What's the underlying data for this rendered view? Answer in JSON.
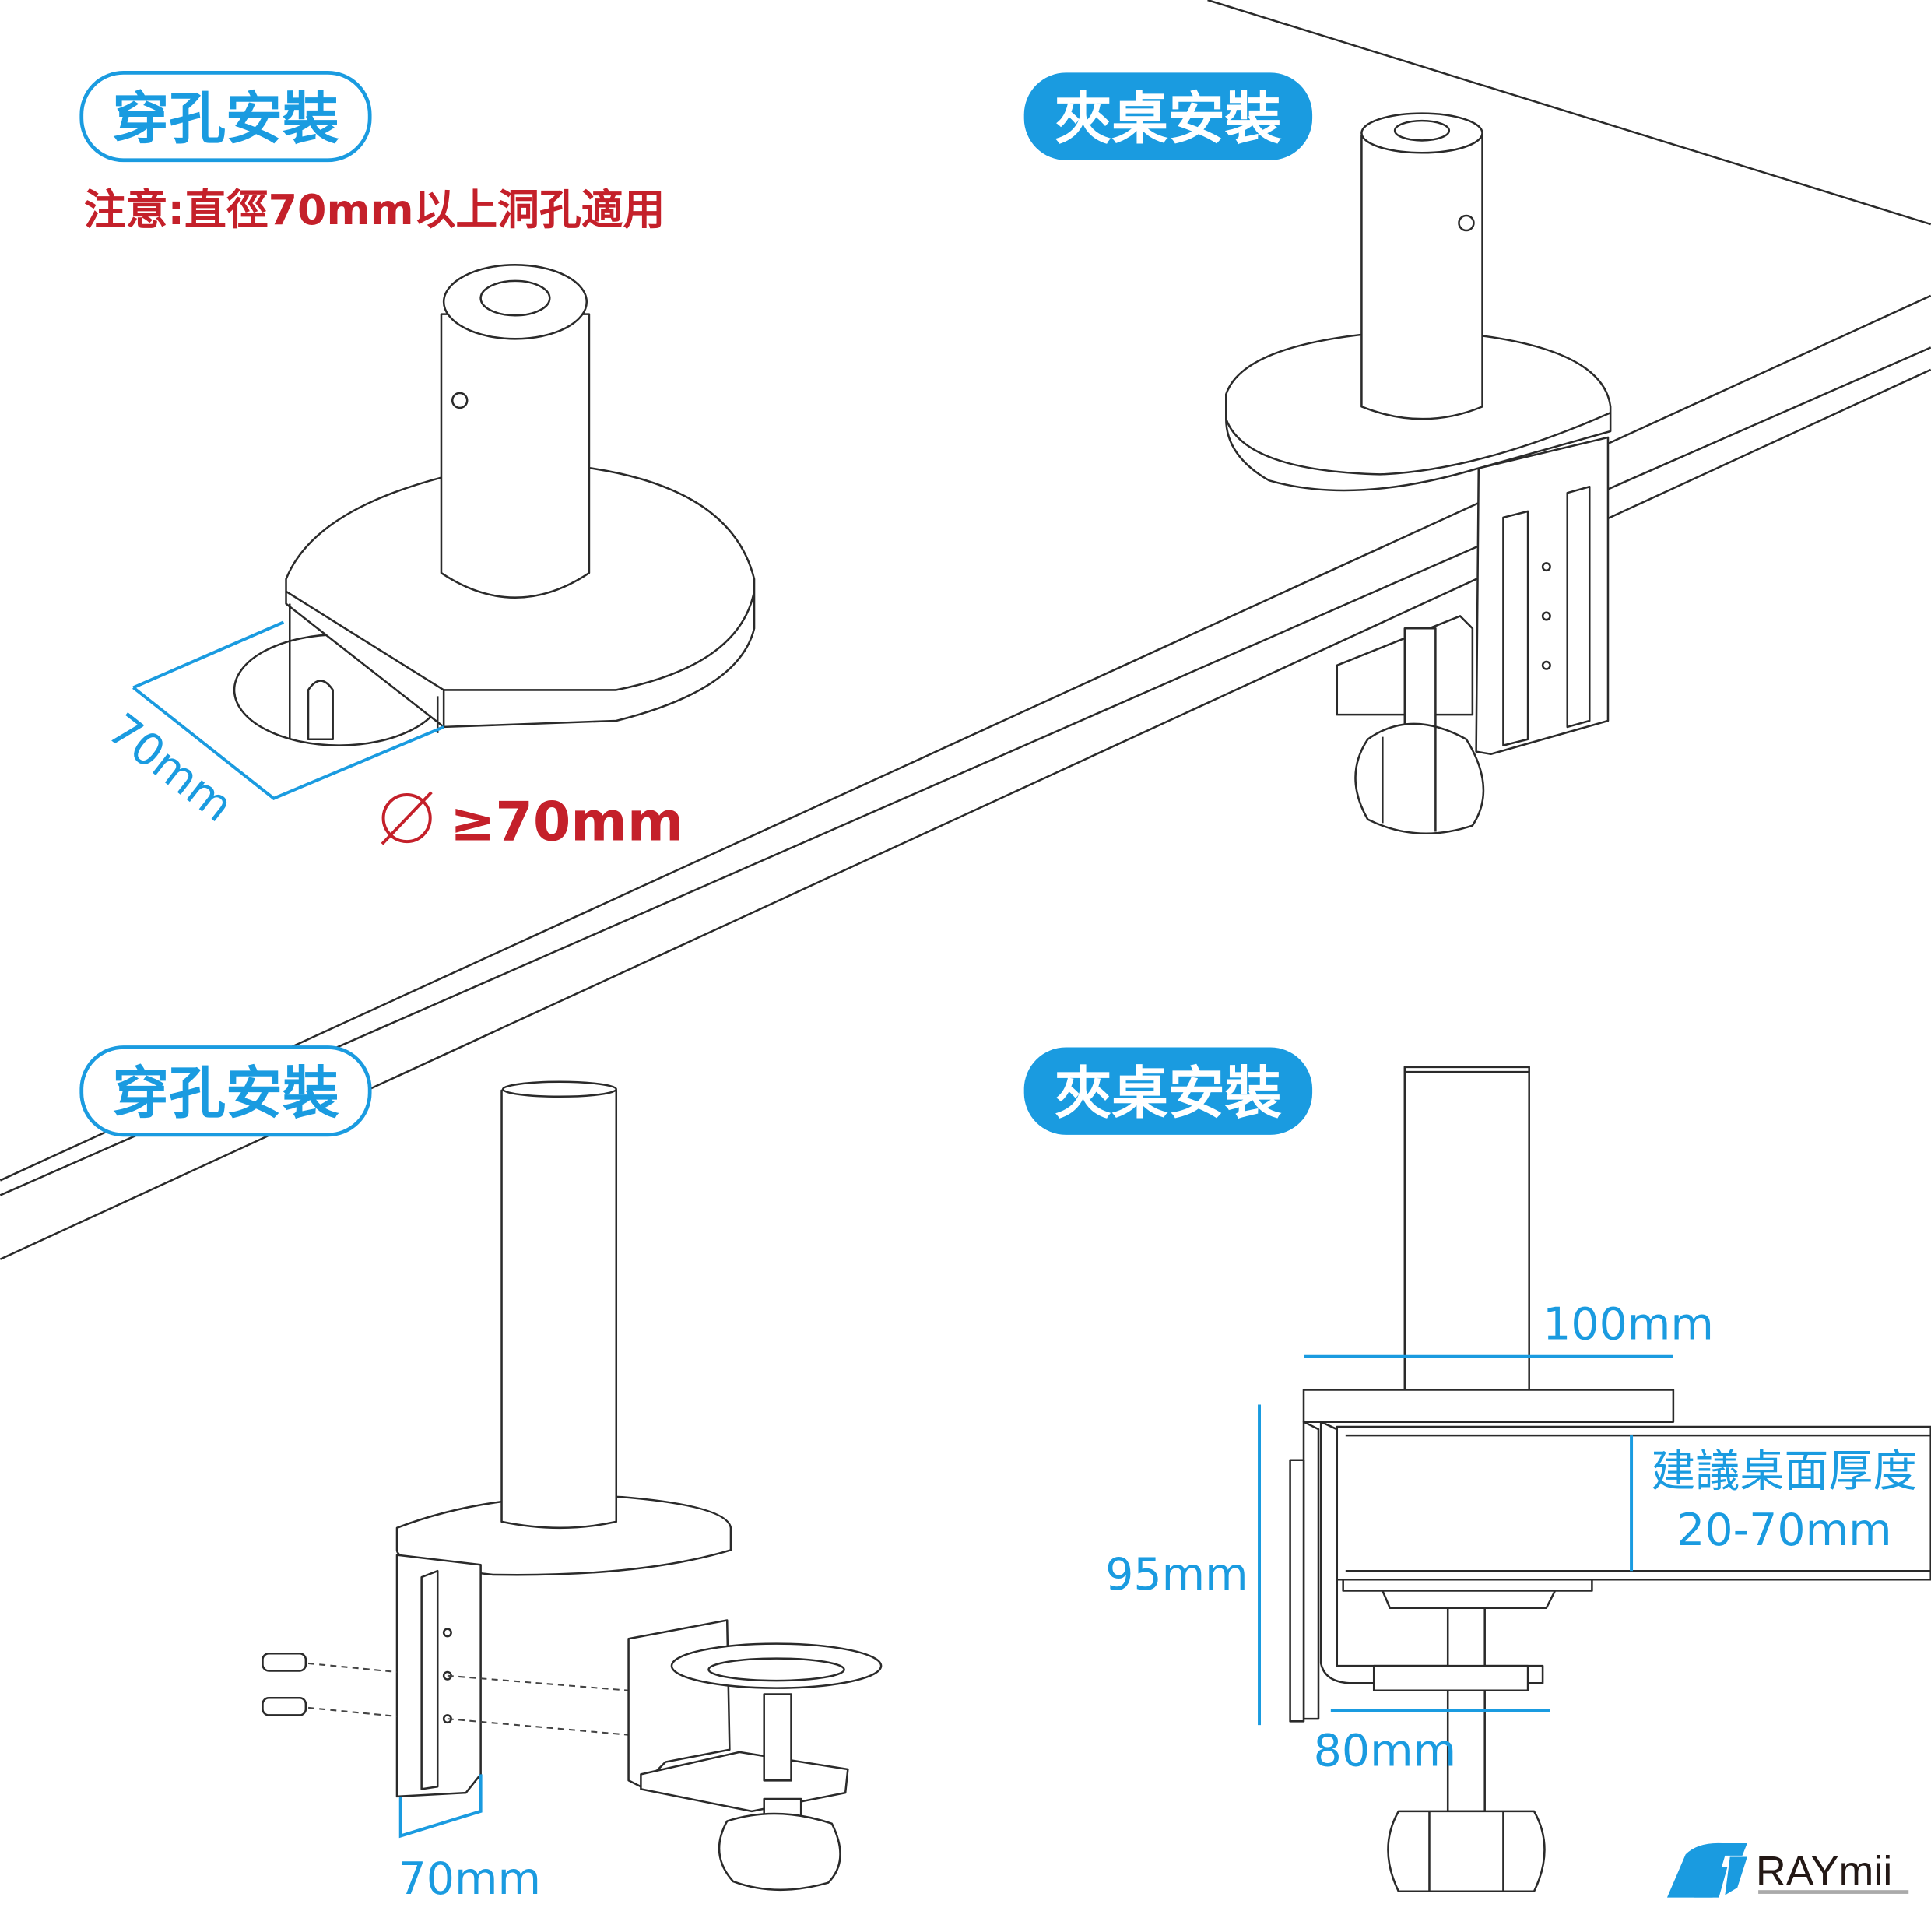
{
  "panels": {
    "top_left": {
      "badge": "穿孔安裝",
      "note": "注意:直徑70mm以上洞孔適用",
      "dimension": "70mm",
      "hole_requirement": "≥70mm"
    },
    "top_right": {
      "badge": "夾桌安裝"
    },
    "bottom_left": {
      "badge": "穿孔安裝",
      "dimension": "70mm"
    },
    "bottom_right": {
      "badge": "夾桌安裝",
      "width_top": "100mm",
      "height": "95mm",
      "width_bottom": "80mm",
      "thickness_label": "建議桌面厚度",
      "thickness_range": "20-70mm"
    }
  },
  "logo": {
    "text": "RAYmii"
  },
  "colors": {
    "accent_blue": "#1a9be0",
    "warning_red": "#c4202a"
  }
}
